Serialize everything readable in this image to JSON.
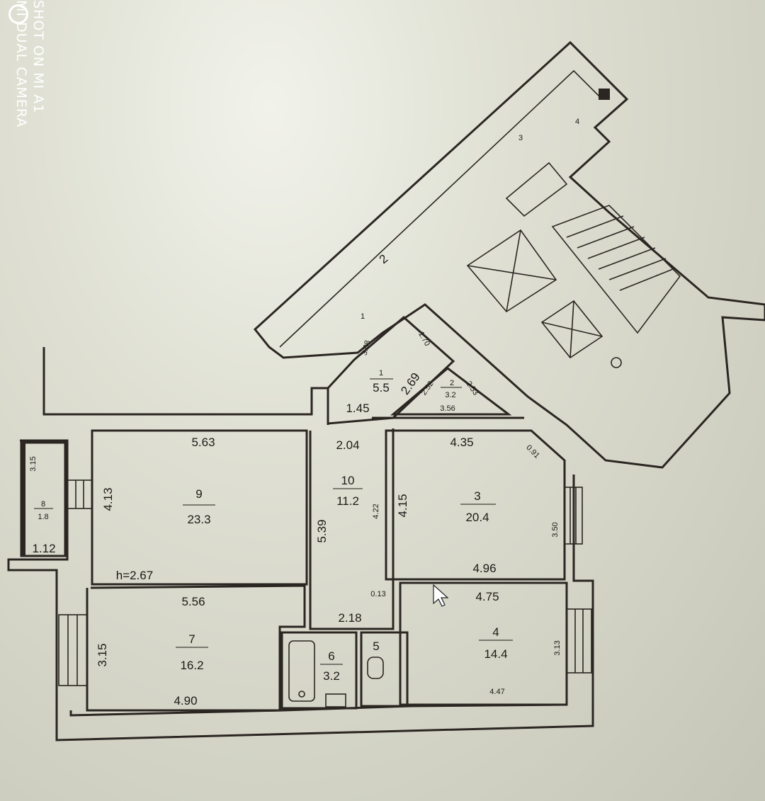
{
  "watermark": {
    "line1": "SHOT ON MI A1",
    "line2": "MI DUAL CAMERA"
  },
  "stairwell": {
    "labels": [
      "1",
      "2",
      "3",
      "4"
    ]
  },
  "rooms": [
    {
      "num": "1",
      "area": "5.5"
    },
    {
      "num": "2",
      "area": "3.2"
    },
    {
      "num": "3",
      "area": "20.4"
    },
    {
      "num": "4",
      "area": "14.4"
    },
    {
      "num": "5",
      "area": ""
    },
    {
      "num": "6",
      "area": "3.2"
    },
    {
      "num": "7",
      "area": "16.2"
    },
    {
      "num": "8",
      "area": "1.8"
    },
    {
      "num": "9",
      "area": "23.3"
    },
    {
      "num": "10",
      "area": "11.2"
    }
  ],
  "dimensions": {
    "r1_a": "3.08",
    "r1_b": "1.70",
    "r1_c": "2.69",
    "r1_d": "1.45",
    "r2_a": "2.52",
    "r2_b": "2.53",
    "r2_c": "3.56",
    "r9_top": "5.63",
    "r9_left": "4.13",
    "height": "h=2.67",
    "r8_side": "3.15",
    "r8_bottom": "1.12",
    "r7_top": "5.56",
    "r7_left": "3.15",
    "r7_bottom": "4.90",
    "r10_top": "2.04",
    "r10_left": "5.39",
    "r10_right": "4.22",
    "r10_bottom": "2.18",
    "r10_gap": "0.13",
    "r3_top": "4.35",
    "r3_corner": "0.91",
    "r3_left": "4.15",
    "r3_right": "3.50",
    "r3_bottom": "4.96",
    "r4_top": "4.75",
    "r4_right": "3.13",
    "r4_bottom": "4.47"
  }
}
